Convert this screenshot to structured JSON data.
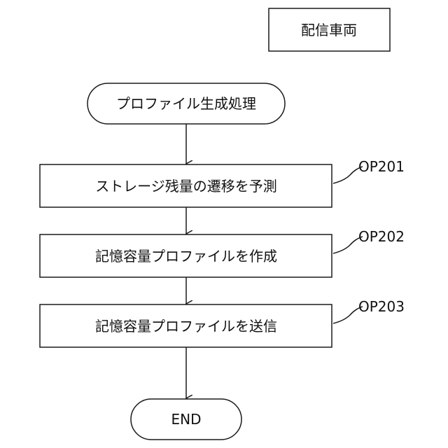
{
  "header_box": {
    "label": "配信車両"
  },
  "flow": {
    "start": {
      "label": "プロファイル生成処理"
    },
    "steps": [
      {
        "code": "OP201",
        "label": "ストレージ残量の遷移を予測"
      },
      {
        "code": "OP202",
        "label": "記憶容量プロファイルを作成"
      },
      {
        "code": "OP203",
        "label": "記憶容量プロファイルを送信"
      }
    ],
    "end": {
      "label": "END"
    }
  }
}
